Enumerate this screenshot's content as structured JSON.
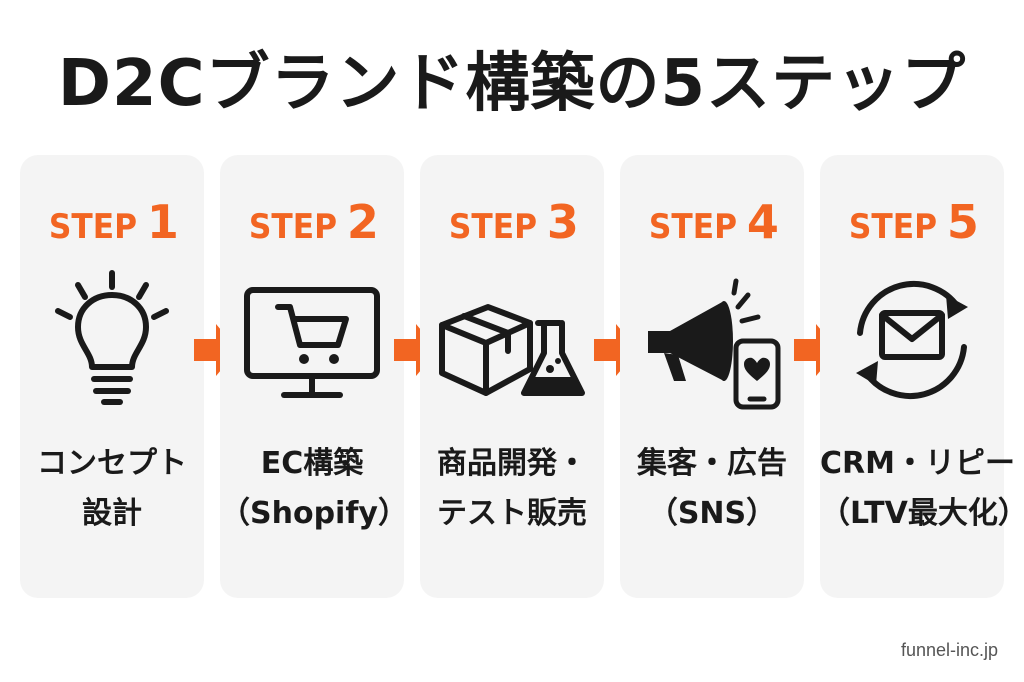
{
  "title": "D2Cブランド構築の5ステップ",
  "accent_color": "#f26522",
  "steps": [
    {
      "word": "STEP",
      "number": "1",
      "icon": "lightbulb-icon",
      "caption_lines": [
        "コンセプト",
        "設計"
      ]
    },
    {
      "word": "STEP",
      "number": "2",
      "icon": "shopping-cart-monitor-icon",
      "caption_lines": [
        "EC構築",
        "（Shopify）"
      ]
    },
    {
      "word": "STEP",
      "number": "3",
      "icon": "box-and-flask-icon",
      "caption_lines": [
        "商品開発・",
        "テスト販売"
      ]
    },
    {
      "word": "STEP",
      "number": "4",
      "icon": "megaphone-smartphone-icon",
      "caption_lines": [
        "集客・広告",
        "（SNS）"
      ]
    },
    {
      "word": "STEP",
      "number": "5",
      "icon": "envelope-cycle-icon",
      "caption_lines": [
        "CRM・リピート",
        "（LTV最大化）"
      ]
    }
  ],
  "footer": "funnel-inc.jp"
}
